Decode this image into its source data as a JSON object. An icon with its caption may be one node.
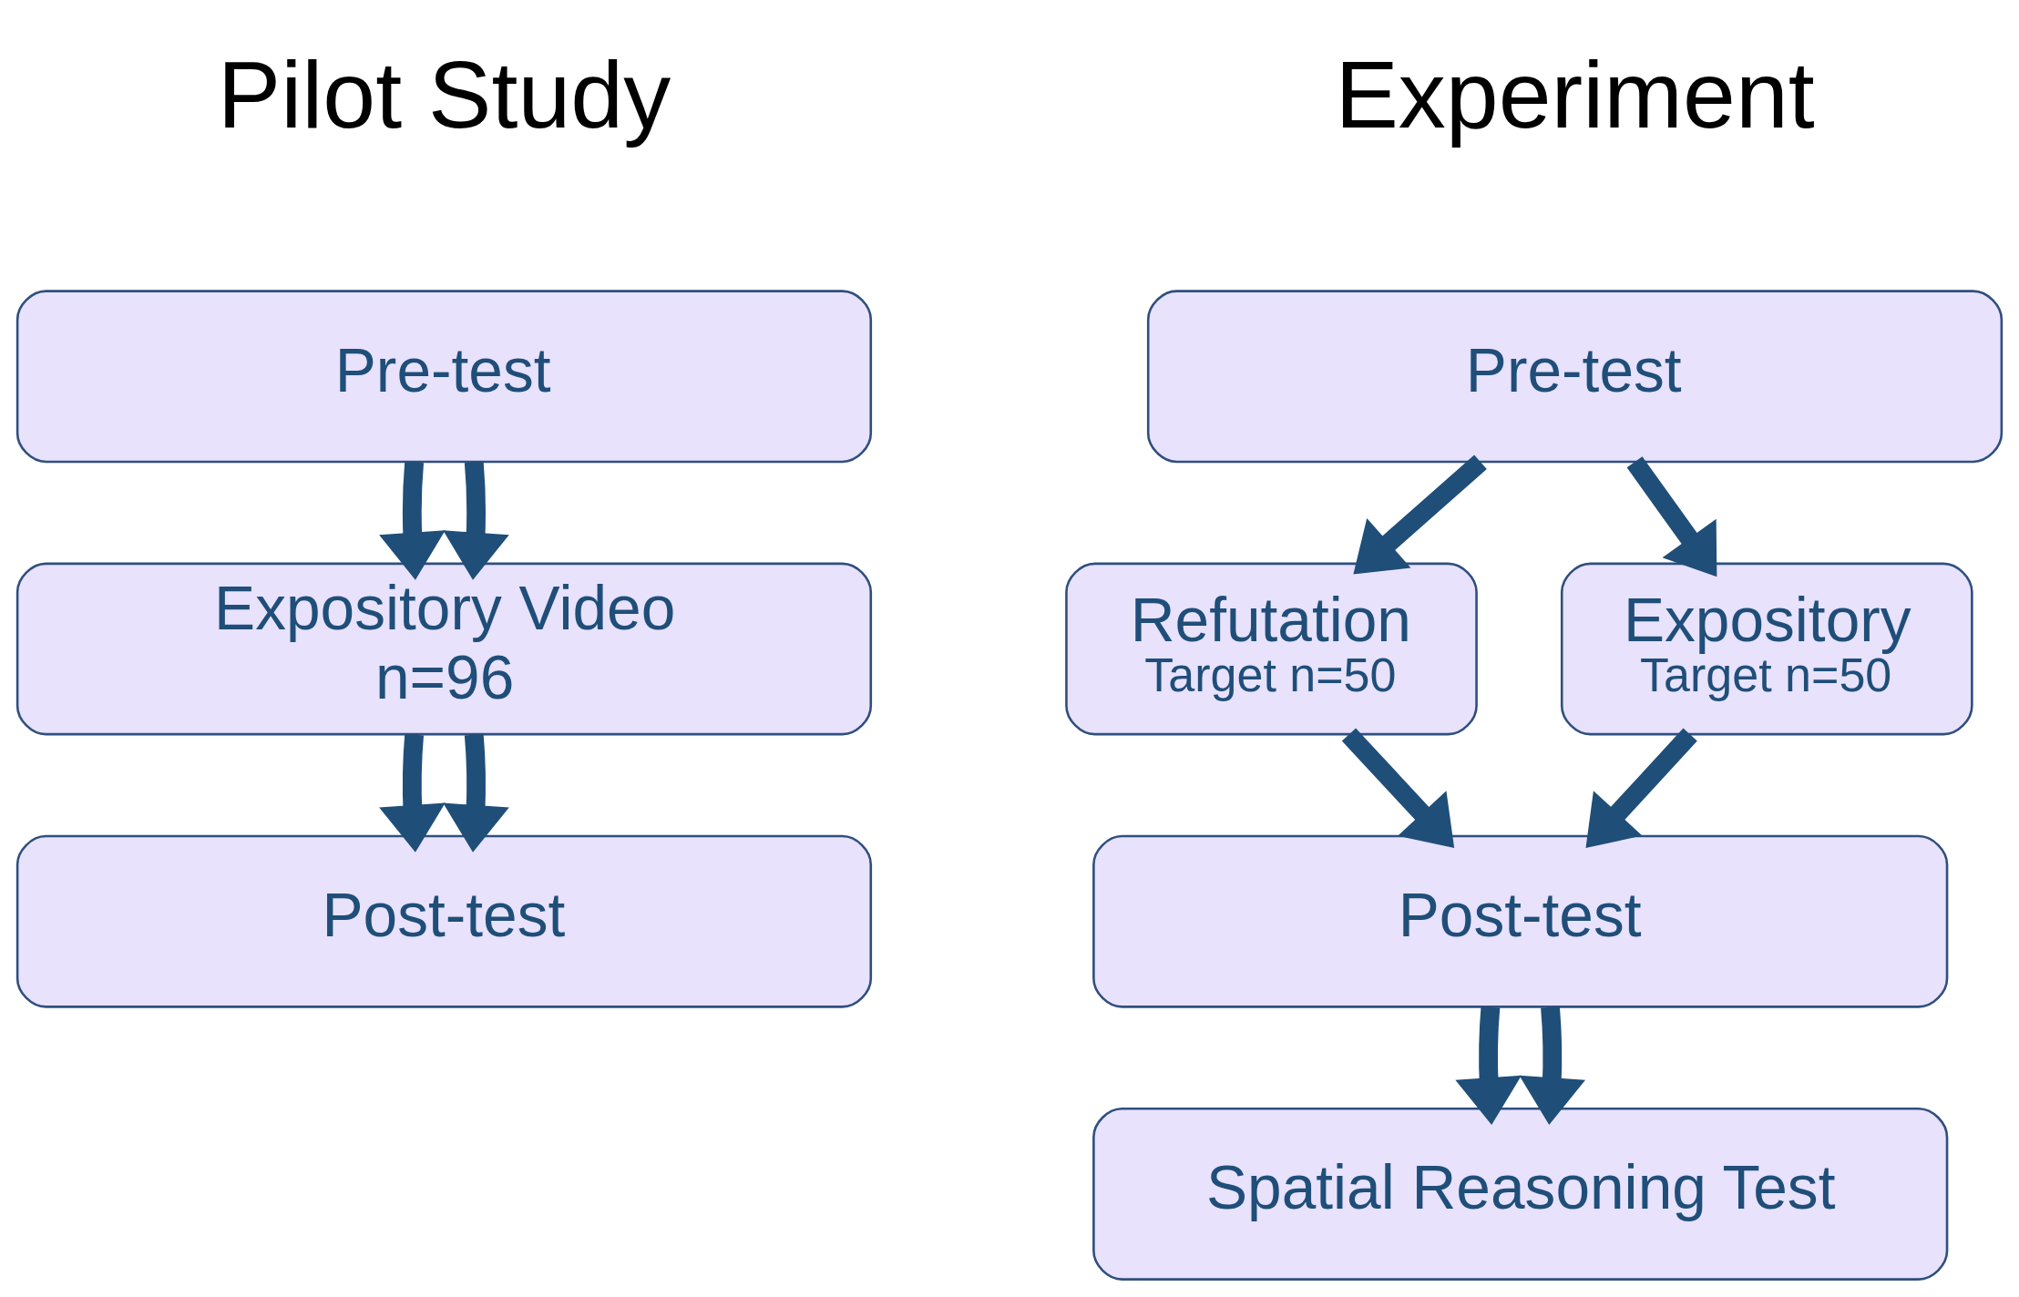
{
  "diagram": {
    "nodes": [
      {
        "text": [
          "Pre-test"
        ]
      },
      {
        "text": [
          "Expository Video",
          "n=96"
        ]
      },
      {
        "text": [
          "Post-test"
        ]
      },
      {
        "text": [
          "Pre-test"
        ]
      },
      {
        "text": [
          "Refutation",
          "Target n=50"
        ]
      },
      {
        "text": [
          "Expository",
          "Target n=50"
        ]
      },
      {
        "text": [
          "Post-test"
        ]
      },
      {
        "text": [
          "Spatial Reasoning Test"
        ]
      }
    ],
    "edges": [
      {
        "from": 0,
        "to": 1,
        "arrow": "to"
      },
      {
        "from": 0,
        "to": 1,
        "arrow": "to"
      },
      {
        "from": 1,
        "to": 2,
        "arrow": "to"
      },
      {
        "from": 1,
        "to": 2,
        "arrow": "to"
      },
      {
        "from": 3,
        "to": 4,
        "arrow": "to"
      },
      {
        "from": 3,
        "to": 5,
        "arrow": "to"
      },
      {
        "from": 4,
        "to": 6,
        "arrow": "to"
      },
      {
        "from": 5,
        "to": 6,
        "arrow": "to"
      },
      {
        "from": 6,
        "to": 7,
        "arrow": "to"
      },
      {
        "from": 6,
        "to": 7,
        "arrow": "to"
      }
    ],
    "labels": [
      "Pilot Study",
      "Experiment"
    ]
  }
}
